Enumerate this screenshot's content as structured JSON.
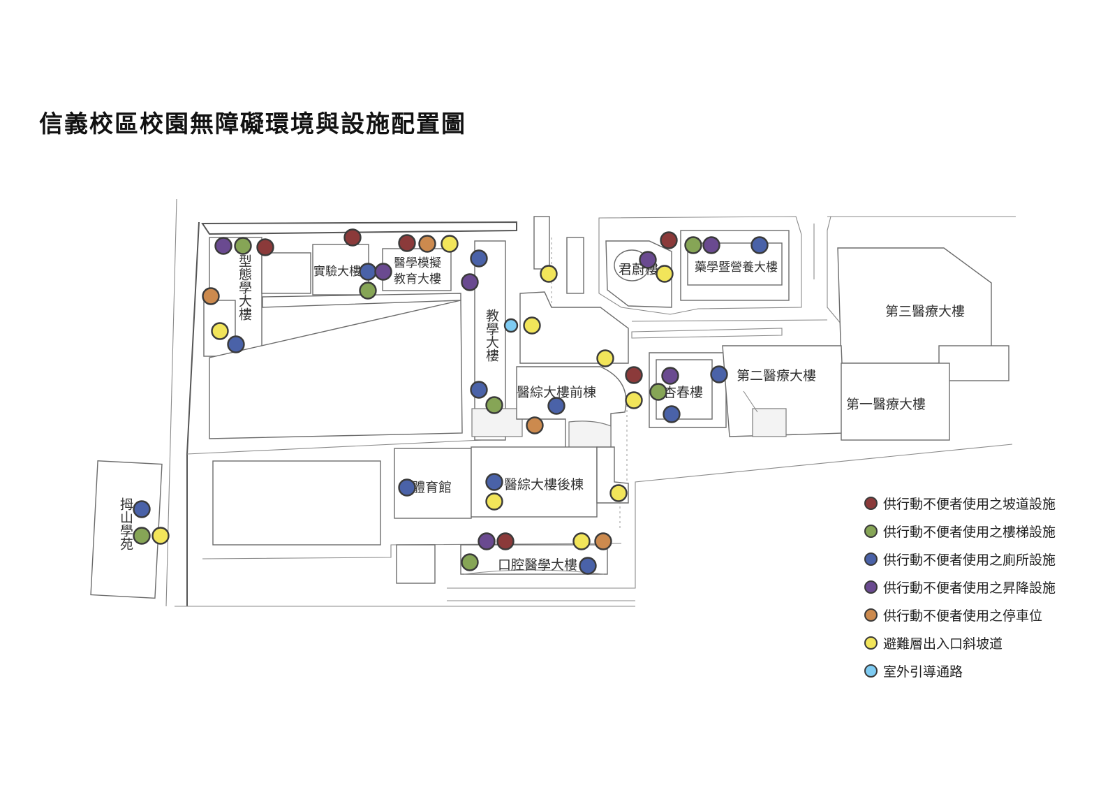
{
  "title": "信義校區校園無障礙環境與設施配置圖",
  "buildings": {
    "xingtai": "型態學大樓",
    "shiyan": "實驗大樓",
    "yixue1": "醫學模擬",
    "yixue2": "教育大樓",
    "jiaoxue": "教學大樓",
    "junzuo": "君蔚樓",
    "yaoxue": "藥學暨營養大樓",
    "disan": "第三醫療大樓",
    "qianlou": "醫綜大樓前棟",
    "xingchun": "杏春樓",
    "dier": "第二醫療大樓",
    "diyi": "第一醫療大樓",
    "tiyu": "體育館",
    "houlou": "醫綜大樓後棟",
    "kouqiang": "口腔醫學大樓",
    "mushan": "拇山學苑"
  },
  "legend": [
    {
      "key": "ramp",
      "label": "供行動不便者使用之坡道設施",
      "color": "#8b3a3a"
    },
    {
      "key": "stairs",
      "label": "供行動不便者使用之樓梯設施",
      "color": "#86a556"
    },
    {
      "key": "toilet",
      "label": "供行動不便者使用之廁所設施",
      "color": "#4a62a8"
    },
    {
      "key": "lift",
      "label": "供行動不便者使用之昇降設施",
      "color": "#6a4a90"
    },
    {
      "key": "parking",
      "label": "供行動不便者使用之停車位",
      "color": "#cc8a4e"
    },
    {
      "key": "evac",
      "label": "避難層出入口斜坡道",
      "color": "#f2e55a"
    },
    {
      "key": "guide",
      "label": "室外引導通路",
      "color": "#7ecbf2"
    }
  ],
  "markers": [
    {
      "type": "lift",
      "building": "型態學大樓"
    },
    {
      "type": "stairs",
      "building": "型態學大樓"
    },
    {
      "type": "ramp",
      "building": "型態學大樓"
    },
    {
      "type": "parking",
      "building": "型態學大樓"
    },
    {
      "type": "evac",
      "building": "型態學大樓"
    },
    {
      "type": "toilet",
      "building": "型態學大樓"
    },
    {
      "type": "ramp",
      "building": "實驗大樓"
    },
    {
      "type": "toilet",
      "building": "實驗大樓"
    },
    {
      "type": "stairs",
      "building": "實驗大樓"
    },
    {
      "type": "lift",
      "building": "醫學模擬教育大樓"
    },
    {
      "type": "ramp",
      "building": "醫學模擬教育大樓"
    },
    {
      "type": "parking",
      "building": "醫學模擬教育大樓"
    },
    {
      "type": "evac",
      "building": "醫學模擬教育大樓"
    },
    {
      "type": "toilet",
      "building": "教學大樓"
    },
    {
      "type": "lift",
      "building": "教學大樓"
    },
    {
      "type": "guide",
      "building": "教學大樓"
    },
    {
      "type": "evac",
      "building": "教學大樓"
    },
    {
      "type": "toilet",
      "building": "教學大樓"
    },
    {
      "type": "stairs",
      "building": "教學大樓"
    },
    {
      "type": "evac",
      "building": "君蔚樓"
    },
    {
      "type": "ramp",
      "building": "君蔚樓"
    },
    {
      "type": "lift",
      "building": "君蔚樓"
    },
    {
      "type": "evac",
      "building": "君蔚樓"
    },
    {
      "type": "stairs",
      "building": "藥學暨營養大樓"
    },
    {
      "type": "lift",
      "building": "藥學暨營養大樓"
    },
    {
      "type": "toilet",
      "building": "藥學暨營養大樓"
    },
    {
      "type": "evac",
      "building": "醫綜大樓前棟"
    },
    {
      "type": "toilet",
      "building": "醫綜大樓前棟"
    },
    {
      "type": "parking",
      "building": "醫綜大樓前棟"
    },
    {
      "type": "ramp",
      "building": "杏春樓"
    },
    {
      "type": "lift",
      "building": "杏春樓"
    },
    {
      "type": "stairs",
      "building": "杏春樓"
    },
    {
      "type": "evac",
      "building": "杏春樓"
    },
    {
      "type": "toilet",
      "building": "杏春樓"
    },
    {
      "type": "toilet",
      "building": "第二醫療大樓"
    },
    {
      "type": "toilet",
      "building": "體育館"
    },
    {
      "type": "toilet",
      "building": "醫綜大樓後棟"
    },
    {
      "type": "evac",
      "building": "醫綜大樓後棟"
    },
    {
      "type": "evac",
      "building": "醫綜大樓後棟"
    },
    {
      "type": "lift",
      "building": "口腔醫學大樓"
    },
    {
      "type": "ramp",
      "building": "口腔醫學大樓"
    },
    {
      "type": "evac",
      "building": "口腔醫學大樓"
    },
    {
      "type": "parking",
      "building": "口腔醫學大樓"
    },
    {
      "type": "stairs",
      "building": "口腔醫學大樓"
    },
    {
      "type": "toilet",
      "building": "口腔醫學大樓"
    },
    {
      "type": "toilet",
      "building": "拇山學苑"
    },
    {
      "type": "stairs",
      "building": "拇山學苑"
    },
    {
      "type": "evac",
      "building": "拇山學苑"
    }
  ]
}
